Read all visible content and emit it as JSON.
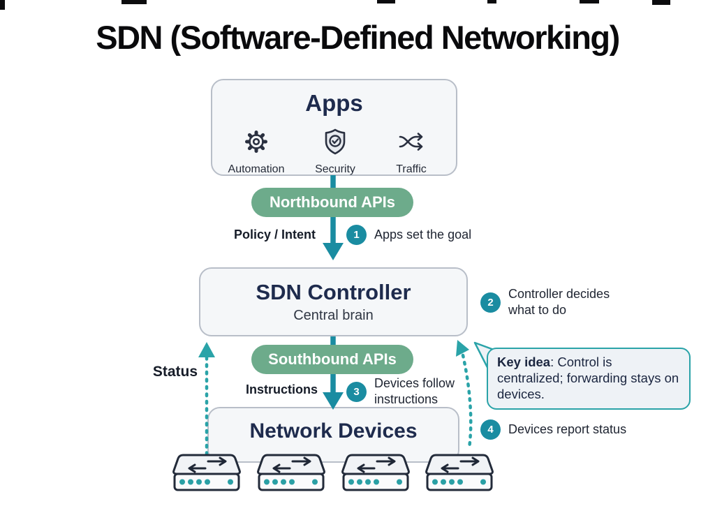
{
  "title": "SDN (Software-Defined Networking)",
  "apps": {
    "title": "Apps",
    "items": [
      {
        "icon": "gear-icon",
        "label": "Automation"
      },
      {
        "icon": "shield-check-icon",
        "label": "Security"
      },
      {
        "icon": "shuffle-icon",
        "label": "Traffic"
      }
    ]
  },
  "northbound": {
    "label": "Northbound APIs"
  },
  "southbound": {
    "label": "Southbound APIs"
  },
  "controller": {
    "title": "SDN Controller",
    "subtitle": "Central brain"
  },
  "devices": {
    "title": "Network Devices",
    "switch_count": 4
  },
  "flow_labels": {
    "policy": "Policy / Intent",
    "instructions": "Instructions",
    "status": "Status"
  },
  "steps": [
    {
      "num": "1",
      "text": "Apps set the goal"
    },
    {
      "num": "2",
      "text": "Controller decides what to do"
    },
    {
      "num": "3",
      "text": "Devices follow instructions"
    },
    {
      "num": "4",
      "text": "Devices report status"
    }
  ],
  "key_idea": {
    "bold": "Key idea",
    "rest": ": Control is centralized; forwarding stays on devices."
  },
  "colors": {
    "pill_green": "#6dab8b",
    "arrow_teal": "#1a8ca1",
    "dotted_teal": "#2aa3a8",
    "navy_text": "#1e2b4d",
    "box_fill": "#f5f7f9",
    "box_border": "#b8bec8",
    "bubble_fill": "#eef2f6"
  }
}
